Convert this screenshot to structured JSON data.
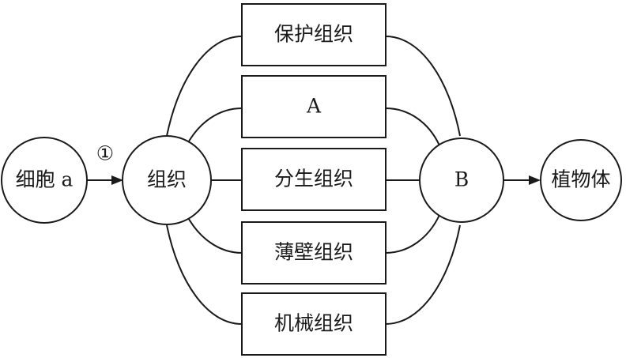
{
  "diagram": {
    "nodes": {
      "cell": {
        "label": "细胞 a"
      },
      "tissue": {
        "label": "组织"
      },
      "protective": {
        "label": "保护组织"
      },
      "a": {
        "label": "A"
      },
      "meristem": {
        "label": "分生组织"
      },
      "parenchyma": {
        "label": "薄壁组织"
      },
      "mechanical": {
        "label": "机械组织"
      },
      "b": {
        "label": "B"
      },
      "plant": {
        "label": "植物体"
      }
    },
    "edges": {
      "step1_label": "①"
    },
    "colors": {
      "stroke": "#1a1a1a",
      "background": "#ffffff"
    }
  }
}
